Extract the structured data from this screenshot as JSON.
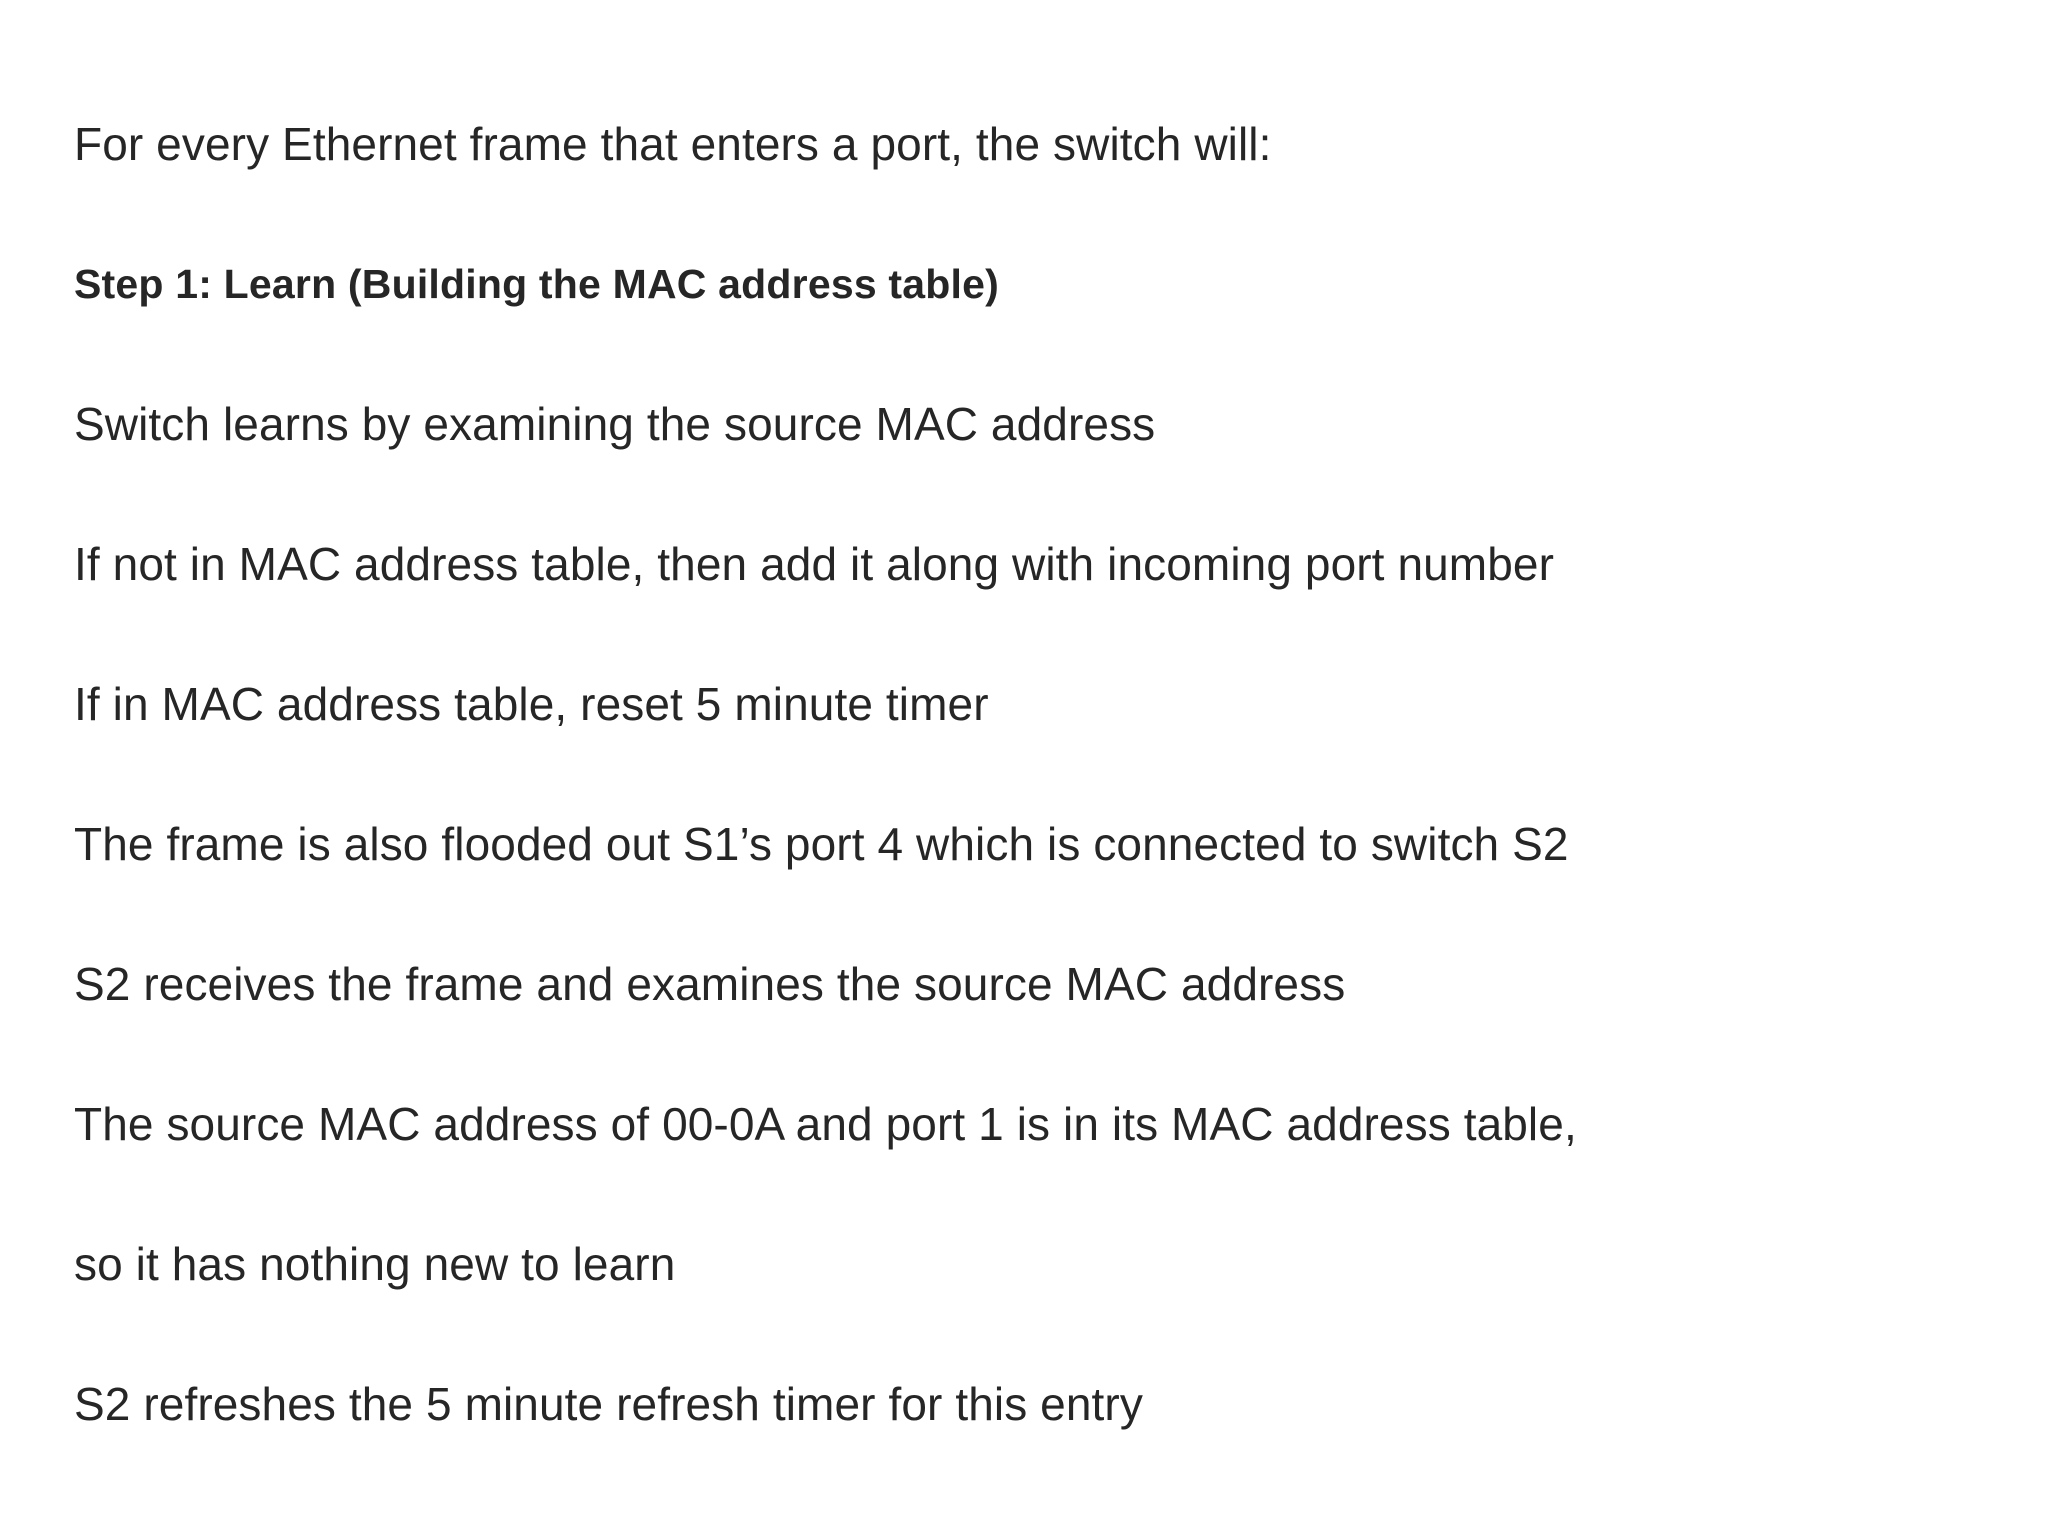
{
  "slide": {
    "background_color": "#ffffff",
    "text_color": "#262626",
    "accent_color": "#262626",
    "lines": [
      {
        "id": "intro",
        "text": "For every Ethernet frame that enters a port, the switch will:",
        "style": "normal"
      },
      {
        "id": "step-1-heading",
        "text": "Step 1: Learn (Building the MAC address table)",
        "style": "bold"
      },
      {
        "id": "learn-source-mac",
        "text": "Switch learns by examining the source MAC address",
        "style": "normal"
      },
      {
        "id": "add-entry",
        "text": "If not in MAC address table, then add it along with incoming port number",
        "style": "normal"
      },
      {
        "id": "reset-timer",
        "text": "If in MAC address table, reset 5 minute timer",
        "style": "normal"
      },
      {
        "id": "flood-port-4",
        "text": "The frame is also flooded out S1’s port 4 which is connected to switch S2",
        "style": "normal"
      },
      {
        "id": "s2-receives",
        "text": "S2 receives the frame and examines the source MAC address",
        "style": "normal"
      },
      {
        "id": "source-mac-00-0a-a",
        "text": "The source MAC address of 00-0A and port 1 is in its MAC address table,",
        "style": "normal"
      },
      {
        "id": "source-mac-00-0a-b",
        "text": "so it has nothing new to learn",
        "style": "normal"
      },
      {
        "id": "s2-refresh-timer",
        "text": "S2 refreshes the 5 minute refresh timer for this entry",
        "style": "normal"
      }
    ]
  }
}
